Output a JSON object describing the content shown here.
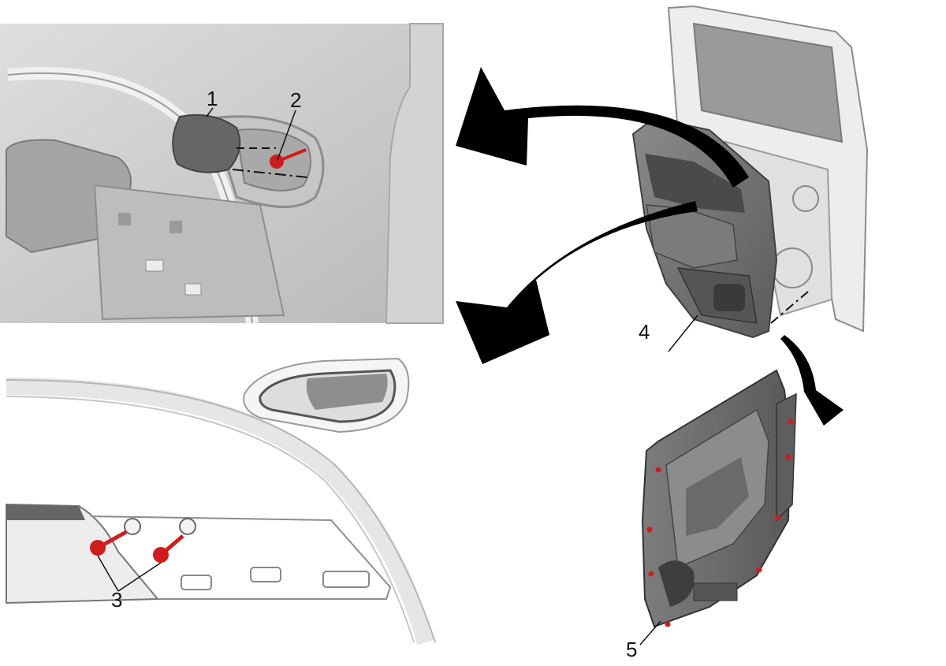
{
  "figure": {
    "callouts": [
      {
        "id": "1",
        "text": "1"
      },
      {
        "id": "2",
        "text": "2"
      },
      {
        "id": "3",
        "text": "3"
      },
      {
        "id": "4",
        "text": "4"
      },
      {
        "id": "5",
        "text": "5"
      }
    ]
  },
  "colors": {
    "panel_gray": "#c9c9c9",
    "trim_dark": "#6f6f6f",
    "fastener_red": "#d01c1c",
    "arrow_black": "#000000"
  }
}
